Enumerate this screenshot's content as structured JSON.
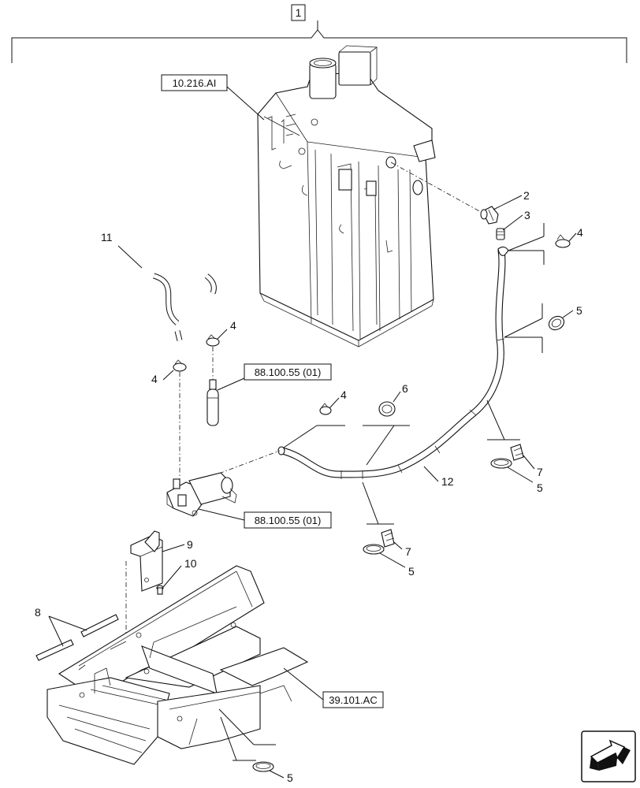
{
  "main_callout": "1",
  "references": {
    "tank": "10.216.AI",
    "sensor": "88.100.55 (01)",
    "pump": "88.100.55 (01)",
    "frame": "39.101.AC"
  },
  "callouts": {
    "c2": "2",
    "c3": "3",
    "c4_top": "4",
    "c5_top": "5",
    "c11": "11",
    "c4_mid": "4",
    "c4_left": "4",
    "c4_center": "4",
    "c6": "6",
    "c7_right": "7",
    "c5_right": "5",
    "c12": "12",
    "c7_center": "7",
    "c5_center": "5",
    "c9": "9",
    "c10": "10",
    "c8": "8",
    "c5_bottom": "5"
  }
}
